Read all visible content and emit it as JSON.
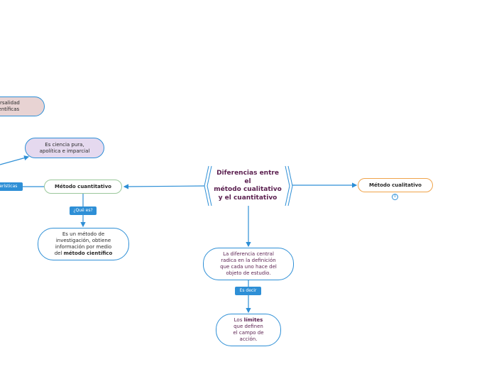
{
  "central": {
    "line1": "Diferencias entre",
    "line2": "el",
    "line3": "método cualitativo",
    "line4": "y el cuantitativo"
  },
  "left_branch": {
    "label": "Método cuantitativo",
    "connector_que": "¿Qué es?",
    "connector_caracteristicas": "...erísticas",
    "description": {
      "line1": "Es un método de",
      "line2": "investigación, obtiene",
      "line3": "información por medio",
      "line4_prefix": "del ",
      "line4_bold": "método científico"
    },
    "ciencia": {
      "line1": "Es ciencia pura,",
      "line2": "apolítica e imparcial"
    },
    "universal": {
      "line1": "niversalidad",
      "line2": "s científicas"
    }
  },
  "right_branch": {
    "label": "Método cualitativo",
    "badge": "0"
  },
  "bottom_branch": {
    "diferencia": {
      "line1": "La diferencia central",
      "line2": "radica en la definición",
      "line3": "que cada uno hace del",
      "line4": "objeto de estudio."
    },
    "connector_es_decir": "Es decir",
    "limites": {
      "line1_prefix": "Los ",
      "line1_bold": "límites",
      "line2": "que definen",
      "line3": "el campo de",
      "line4": "acción."
    }
  },
  "colors": {
    "link": "#2e8fd6",
    "central_text": "#5a1f4f",
    "cuantitativo_border": "#9bc89b",
    "cualitativo_border": "#f0a34a",
    "ciencia_fill": "#e5d9ef",
    "universal_fill": "#e8d3d3"
  }
}
